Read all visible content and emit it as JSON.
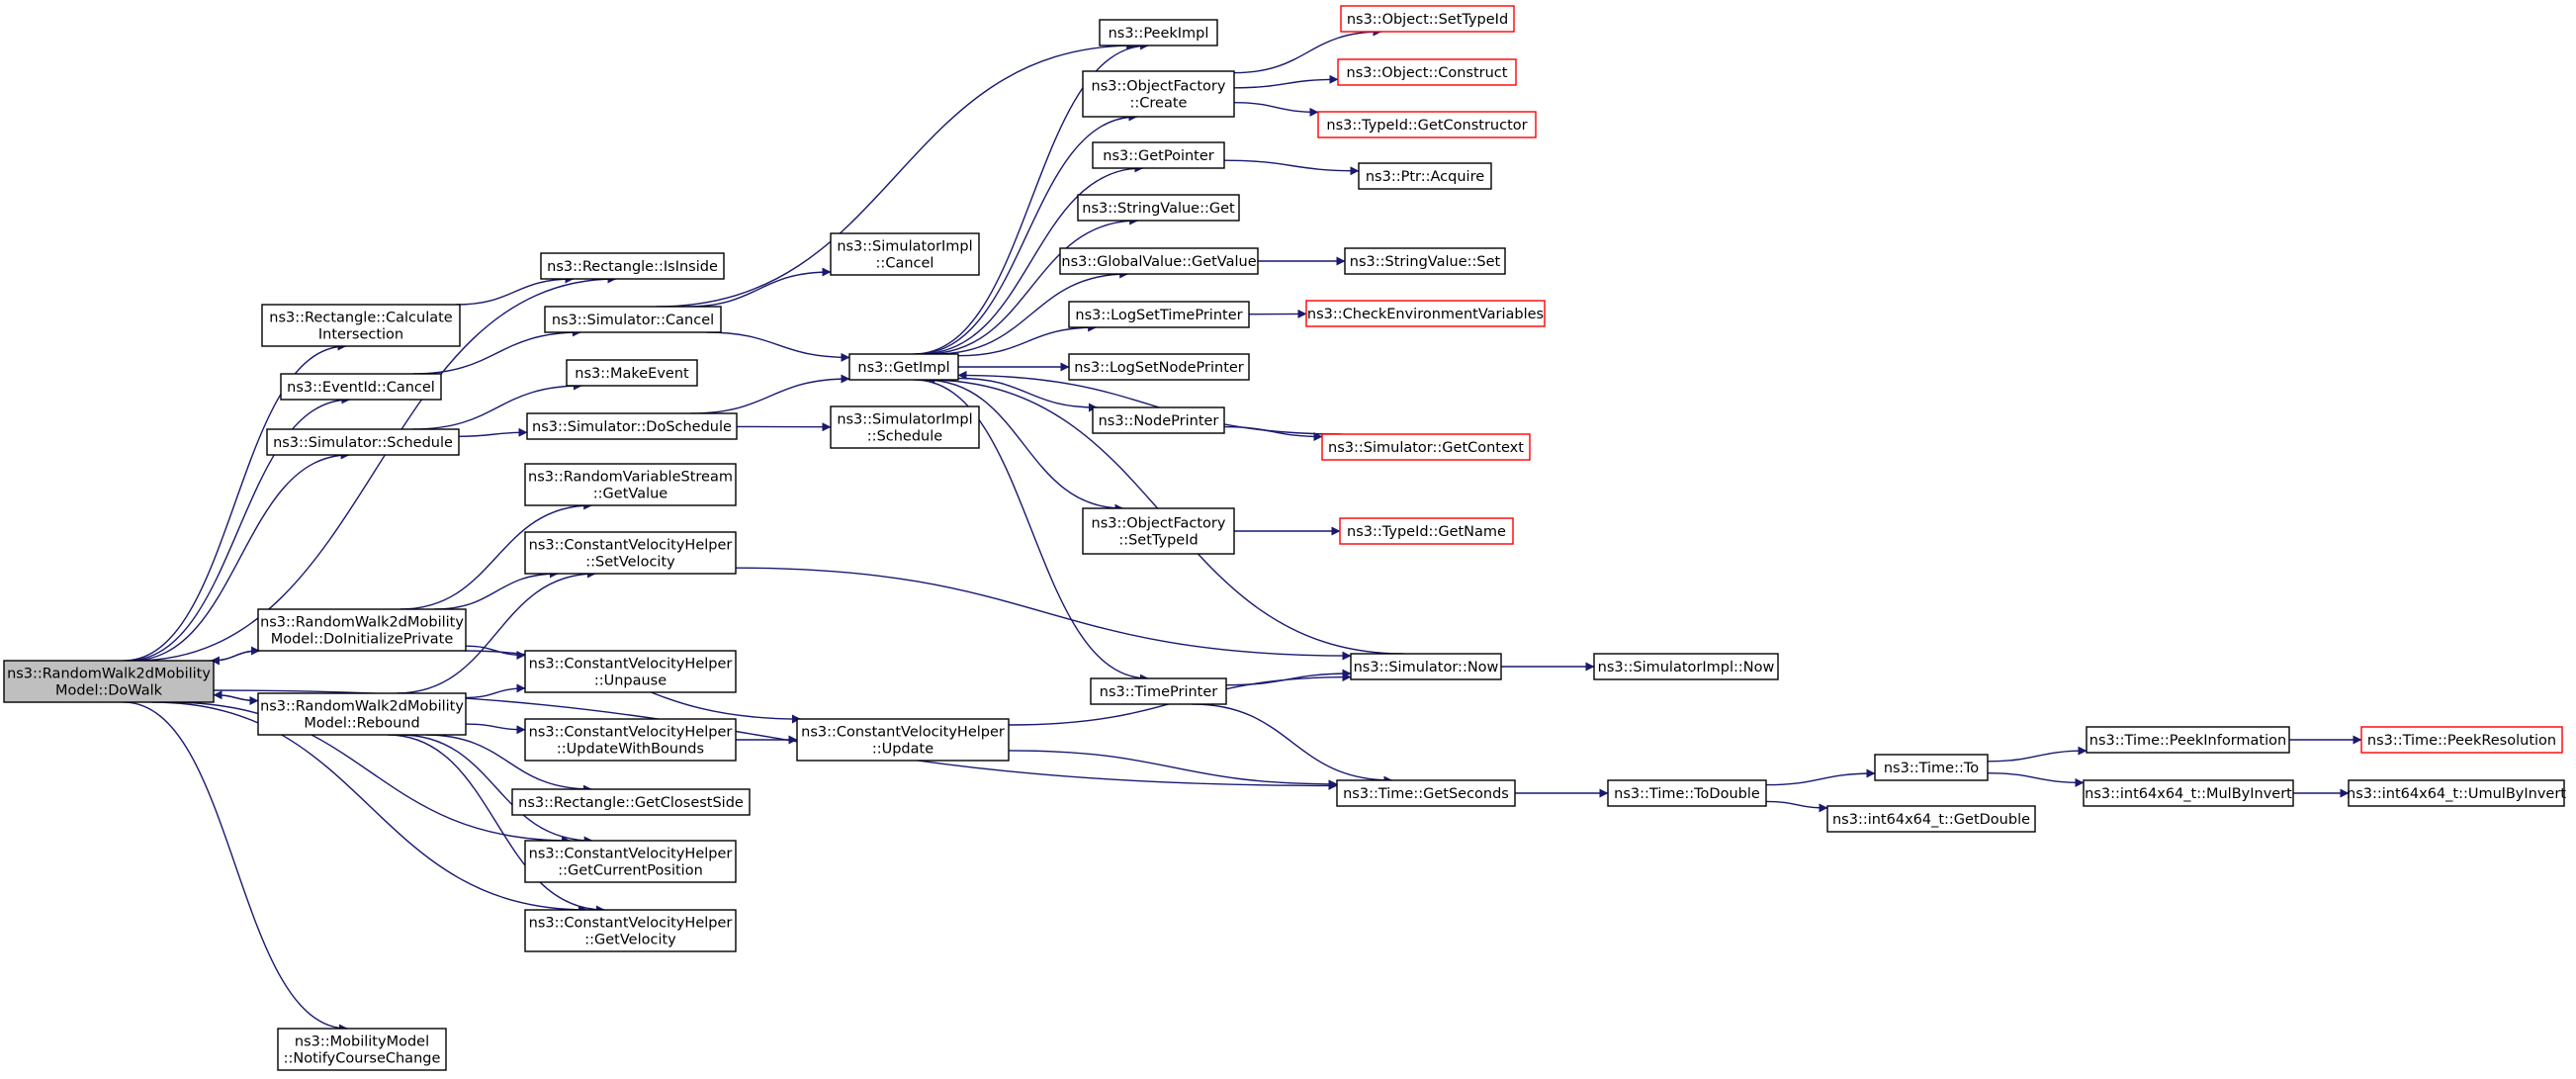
{
  "diagram": {
    "colors": {
      "edge": "#191970",
      "external_border": "#ff0000",
      "root_fill": "#bfbfbf",
      "node_border": "#000000"
    },
    "nodes": [
      {
        "id": "doWalk",
        "lines": [
          "ns3::RandomWalk2dMobility",
          "Model::DoWalk"
        ],
        "root": true
      },
      {
        "id": "rectIsInside",
        "lines": [
          "ns3::Rectangle::IsInside"
        ]
      },
      {
        "id": "rectCalcInter",
        "lines": [
          "ns3::Rectangle::Calculate",
          "Intersection"
        ]
      },
      {
        "id": "eventCancel",
        "lines": [
          "ns3::EventId::Cancel"
        ]
      },
      {
        "id": "simSchedule",
        "lines": [
          "ns3::Simulator::Schedule"
        ]
      },
      {
        "id": "rw2dDoInit",
        "lines": [
          "ns3::RandomWalk2dMobility",
          "Model::DoInitializePrivate"
        ]
      },
      {
        "id": "rw2dRebound",
        "lines": [
          "ns3::RandomWalk2dMobility",
          "Model::Rebound"
        ]
      },
      {
        "id": "mobNotify",
        "lines": [
          "ns3::MobilityModel",
          "::NotifyCourseChange"
        ]
      },
      {
        "id": "simCancel",
        "lines": [
          "ns3::Simulator::Cancel"
        ]
      },
      {
        "id": "makeEvent",
        "lines": [
          "ns3::MakeEvent"
        ]
      },
      {
        "id": "simDoSchedule",
        "lines": [
          "ns3::Simulator::DoSchedule"
        ]
      },
      {
        "id": "rvsGetValue",
        "lines": [
          "ns3::RandomVariableStream",
          "::GetValue"
        ]
      },
      {
        "id": "cvhSetVelocity",
        "lines": [
          "ns3::ConstantVelocityHelper",
          "::SetVelocity"
        ]
      },
      {
        "id": "cvhUnpause",
        "lines": [
          "ns3::ConstantVelocityHelper",
          "::Unpause"
        ]
      },
      {
        "id": "cvhUpdateBounds",
        "lines": [
          "ns3::ConstantVelocityHelper",
          "::UpdateWithBounds"
        ]
      },
      {
        "id": "rectClosestSide",
        "lines": [
          "ns3::Rectangle::GetClosestSide"
        ]
      },
      {
        "id": "cvhGetCurPos",
        "lines": [
          "ns3::ConstantVelocityHelper",
          "::GetCurrentPosition"
        ]
      },
      {
        "id": "cvhGetVelocity",
        "lines": [
          "ns3::ConstantVelocityHelper",
          "::GetVelocity"
        ]
      },
      {
        "id": "simImplCancel",
        "lines": [
          "ns3::SimulatorImpl",
          "::Cancel"
        ]
      },
      {
        "id": "getImpl",
        "lines": [
          "ns3::GetImpl"
        ]
      },
      {
        "id": "simImplSchedule",
        "lines": [
          "ns3::SimulatorImpl",
          "::Schedule"
        ]
      },
      {
        "id": "cvhUpdate",
        "lines": [
          "ns3::ConstantVelocityHelper",
          "::Update"
        ]
      },
      {
        "id": "peekImpl",
        "lines": [
          "ns3::PeekImpl"
        ]
      },
      {
        "id": "objFactCreate",
        "lines": [
          "ns3::ObjectFactory",
          "::Create"
        ]
      },
      {
        "id": "getPointer",
        "lines": [
          "ns3::GetPointer"
        ]
      },
      {
        "id": "strValGet",
        "lines": [
          "ns3::StringValue::Get"
        ]
      },
      {
        "id": "globalValGet",
        "lines": [
          "ns3::GlobalValue::GetValue"
        ]
      },
      {
        "id": "logSetTime",
        "lines": [
          "ns3::LogSetTimePrinter"
        ]
      },
      {
        "id": "logSetNode",
        "lines": [
          "ns3::LogSetNodePrinter"
        ]
      },
      {
        "id": "nodePrinter",
        "lines": [
          "ns3::NodePrinter"
        ]
      },
      {
        "id": "objFactSetType",
        "lines": [
          "ns3::ObjectFactory",
          "::SetTypeId"
        ]
      },
      {
        "id": "timePrinter",
        "lines": [
          "ns3::TimePrinter"
        ]
      },
      {
        "id": "objSetTypeId",
        "lines": [
          "ns3::Object::SetTypeId"
        ],
        "external": true
      },
      {
        "id": "objConstruct",
        "lines": [
          "ns3::Object::Construct"
        ],
        "external": true
      },
      {
        "id": "typeIdGetCtor",
        "lines": [
          "ns3::TypeId::GetConstructor"
        ],
        "external": true
      },
      {
        "id": "ptrAcquire",
        "lines": [
          "ns3::Ptr::Acquire"
        ]
      },
      {
        "id": "strValSet",
        "lines": [
          "ns3::StringValue::Set"
        ]
      },
      {
        "id": "checkEnv",
        "lines": [
          "ns3::CheckEnvironmentVariables"
        ],
        "external": true
      },
      {
        "id": "simGetContext",
        "lines": [
          "ns3::Simulator::GetContext"
        ],
        "external": true
      },
      {
        "id": "typeIdGetName",
        "lines": [
          "ns3::TypeId::GetName"
        ],
        "external": true
      },
      {
        "id": "simNow",
        "lines": [
          "ns3::Simulator::Now"
        ]
      },
      {
        "id": "timeGetSeconds",
        "lines": [
          "ns3::Time::GetSeconds"
        ]
      },
      {
        "id": "simImplNow",
        "lines": [
          "ns3::SimulatorImpl::Now"
        ]
      },
      {
        "id": "timeToDouble",
        "lines": [
          "ns3::Time::ToDouble"
        ]
      },
      {
        "id": "timeTo",
        "lines": [
          "ns3::Time::To"
        ]
      },
      {
        "id": "int64GetDouble",
        "lines": [
          "ns3::int64x64_t::GetDouble"
        ]
      },
      {
        "id": "timePeekInfo",
        "lines": [
          "ns3::Time::PeekInformation"
        ]
      },
      {
        "id": "int64MulByInv",
        "lines": [
          "ns3::int64x64_t::MulByInvert"
        ]
      },
      {
        "id": "timePeekRes",
        "lines": [
          "ns3::Time::PeekResolution"
        ],
        "external": true
      },
      {
        "id": "int64UmulByInv",
        "lines": [
          "ns3::int64x64_t::UmulByInvert"
        ]
      }
    ],
    "edges": [
      [
        "doWalk",
        "rectIsInside"
      ],
      [
        "doWalk",
        "rectCalcInter"
      ],
      [
        "doWalk",
        "eventCancel"
      ],
      [
        "doWalk",
        "simSchedule"
      ],
      [
        "doWalk",
        "rw2dDoInit"
      ],
      [
        "doWalk",
        "rw2dRebound"
      ],
      [
        "doWalk",
        "cvhGetCurPos"
      ],
      [
        "doWalk",
        "cvhGetVelocity"
      ],
      [
        "doWalk",
        "timeGetSeconds"
      ],
      [
        "doWalk",
        "mobNotify"
      ],
      [
        "rw2dDoInit",
        "doWalk"
      ],
      [
        "rw2dDoInit",
        "rvsGetValue"
      ],
      [
        "rw2dDoInit",
        "cvhSetVelocity"
      ],
      [
        "rw2dDoInit",
        "cvhUnpause"
      ],
      [
        "rw2dDoInit",
        "cvhUpdate"
      ],
      [
        "rw2dRebound",
        "doWalk"
      ],
      [
        "rw2dRebound",
        "cvhSetVelocity"
      ],
      [
        "rw2dRebound",
        "cvhUnpause"
      ],
      [
        "rw2dRebound",
        "cvhUpdateBounds"
      ],
      [
        "rw2dRebound",
        "rectClosestSide"
      ],
      [
        "rw2dRebound",
        "cvhGetCurPos"
      ],
      [
        "rw2dRebound",
        "cvhGetVelocity"
      ],
      [
        "rectCalcInter",
        "rectIsInside"
      ],
      [
        "eventCancel",
        "simCancel"
      ],
      [
        "simSchedule",
        "makeEvent"
      ],
      [
        "simSchedule",
        "simDoSchedule"
      ],
      [
        "simCancel",
        "simImplCancel"
      ],
      [
        "simCancel",
        "getImpl"
      ],
      [
        "simCancel",
        "peekImpl"
      ],
      [
        "simDoSchedule",
        "getImpl"
      ],
      [
        "simDoSchedule",
        "simImplSchedule"
      ],
      [
        "cvhSetVelocity",
        "simNow"
      ],
      [
        "cvhUpdateBounds",
        "cvhUpdate"
      ],
      [
        "cvhUpdate",
        "simNow"
      ],
      [
        "cvhUpdate",
        "timeGetSeconds"
      ],
      [
        "getImpl",
        "peekImpl"
      ],
      [
        "getImpl",
        "objFactCreate"
      ],
      [
        "getImpl",
        "getPointer"
      ],
      [
        "getImpl",
        "strValGet"
      ],
      [
        "getImpl",
        "globalValGet"
      ],
      [
        "getImpl",
        "logSetTime"
      ],
      [
        "getImpl",
        "logSetNode"
      ],
      [
        "getImpl",
        "nodePrinter"
      ],
      [
        "getImpl",
        "objFactSetType"
      ],
      [
        "getImpl",
        "timePrinter"
      ],
      [
        "objFactCreate",
        "objSetTypeId"
      ],
      [
        "objFactCreate",
        "objConstruct"
      ],
      [
        "objFactCreate",
        "typeIdGetCtor"
      ],
      [
        "getPointer",
        "ptrAcquire"
      ],
      [
        "globalValGet",
        "strValSet"
      ],
      [
        "logSetTime",
        "checkEnv"
      ],
      [
        "nodePrinter",
        "simGetContext"
      ],
      [
        "simGetContext",
        "getImpl"
      ],
      [
        "objFactSetType",
        "typeIdGetName"
      ],
      [
        "timePrinter",
        "simNow"
      ],
      [
        "timePrinter",
        "timeGetSeconds"
      ],
      [
        "simNow",
        "getImpl"
      ],
      [
        "simNow",
        "simImplNow"
      ],
      [
        "timeGetSeconds",
        "timeToDouble"
      ],
      [
        "timeToDouble",
        "timeTo"
      ],
      [
        "timeToDouble",
        "int64GetDouble"
      ],
      [
        "timeTo",
        "timePeekInfo"
      ],
      [
        "timeTo",
        "int64MulByInv"
      ],
      [
        "timePeekInfo",
        "timePeekRes"
      ],
      [
        "int64MulByInv",
        "int64UmulByInv"
      ]
    ]
  }
}
